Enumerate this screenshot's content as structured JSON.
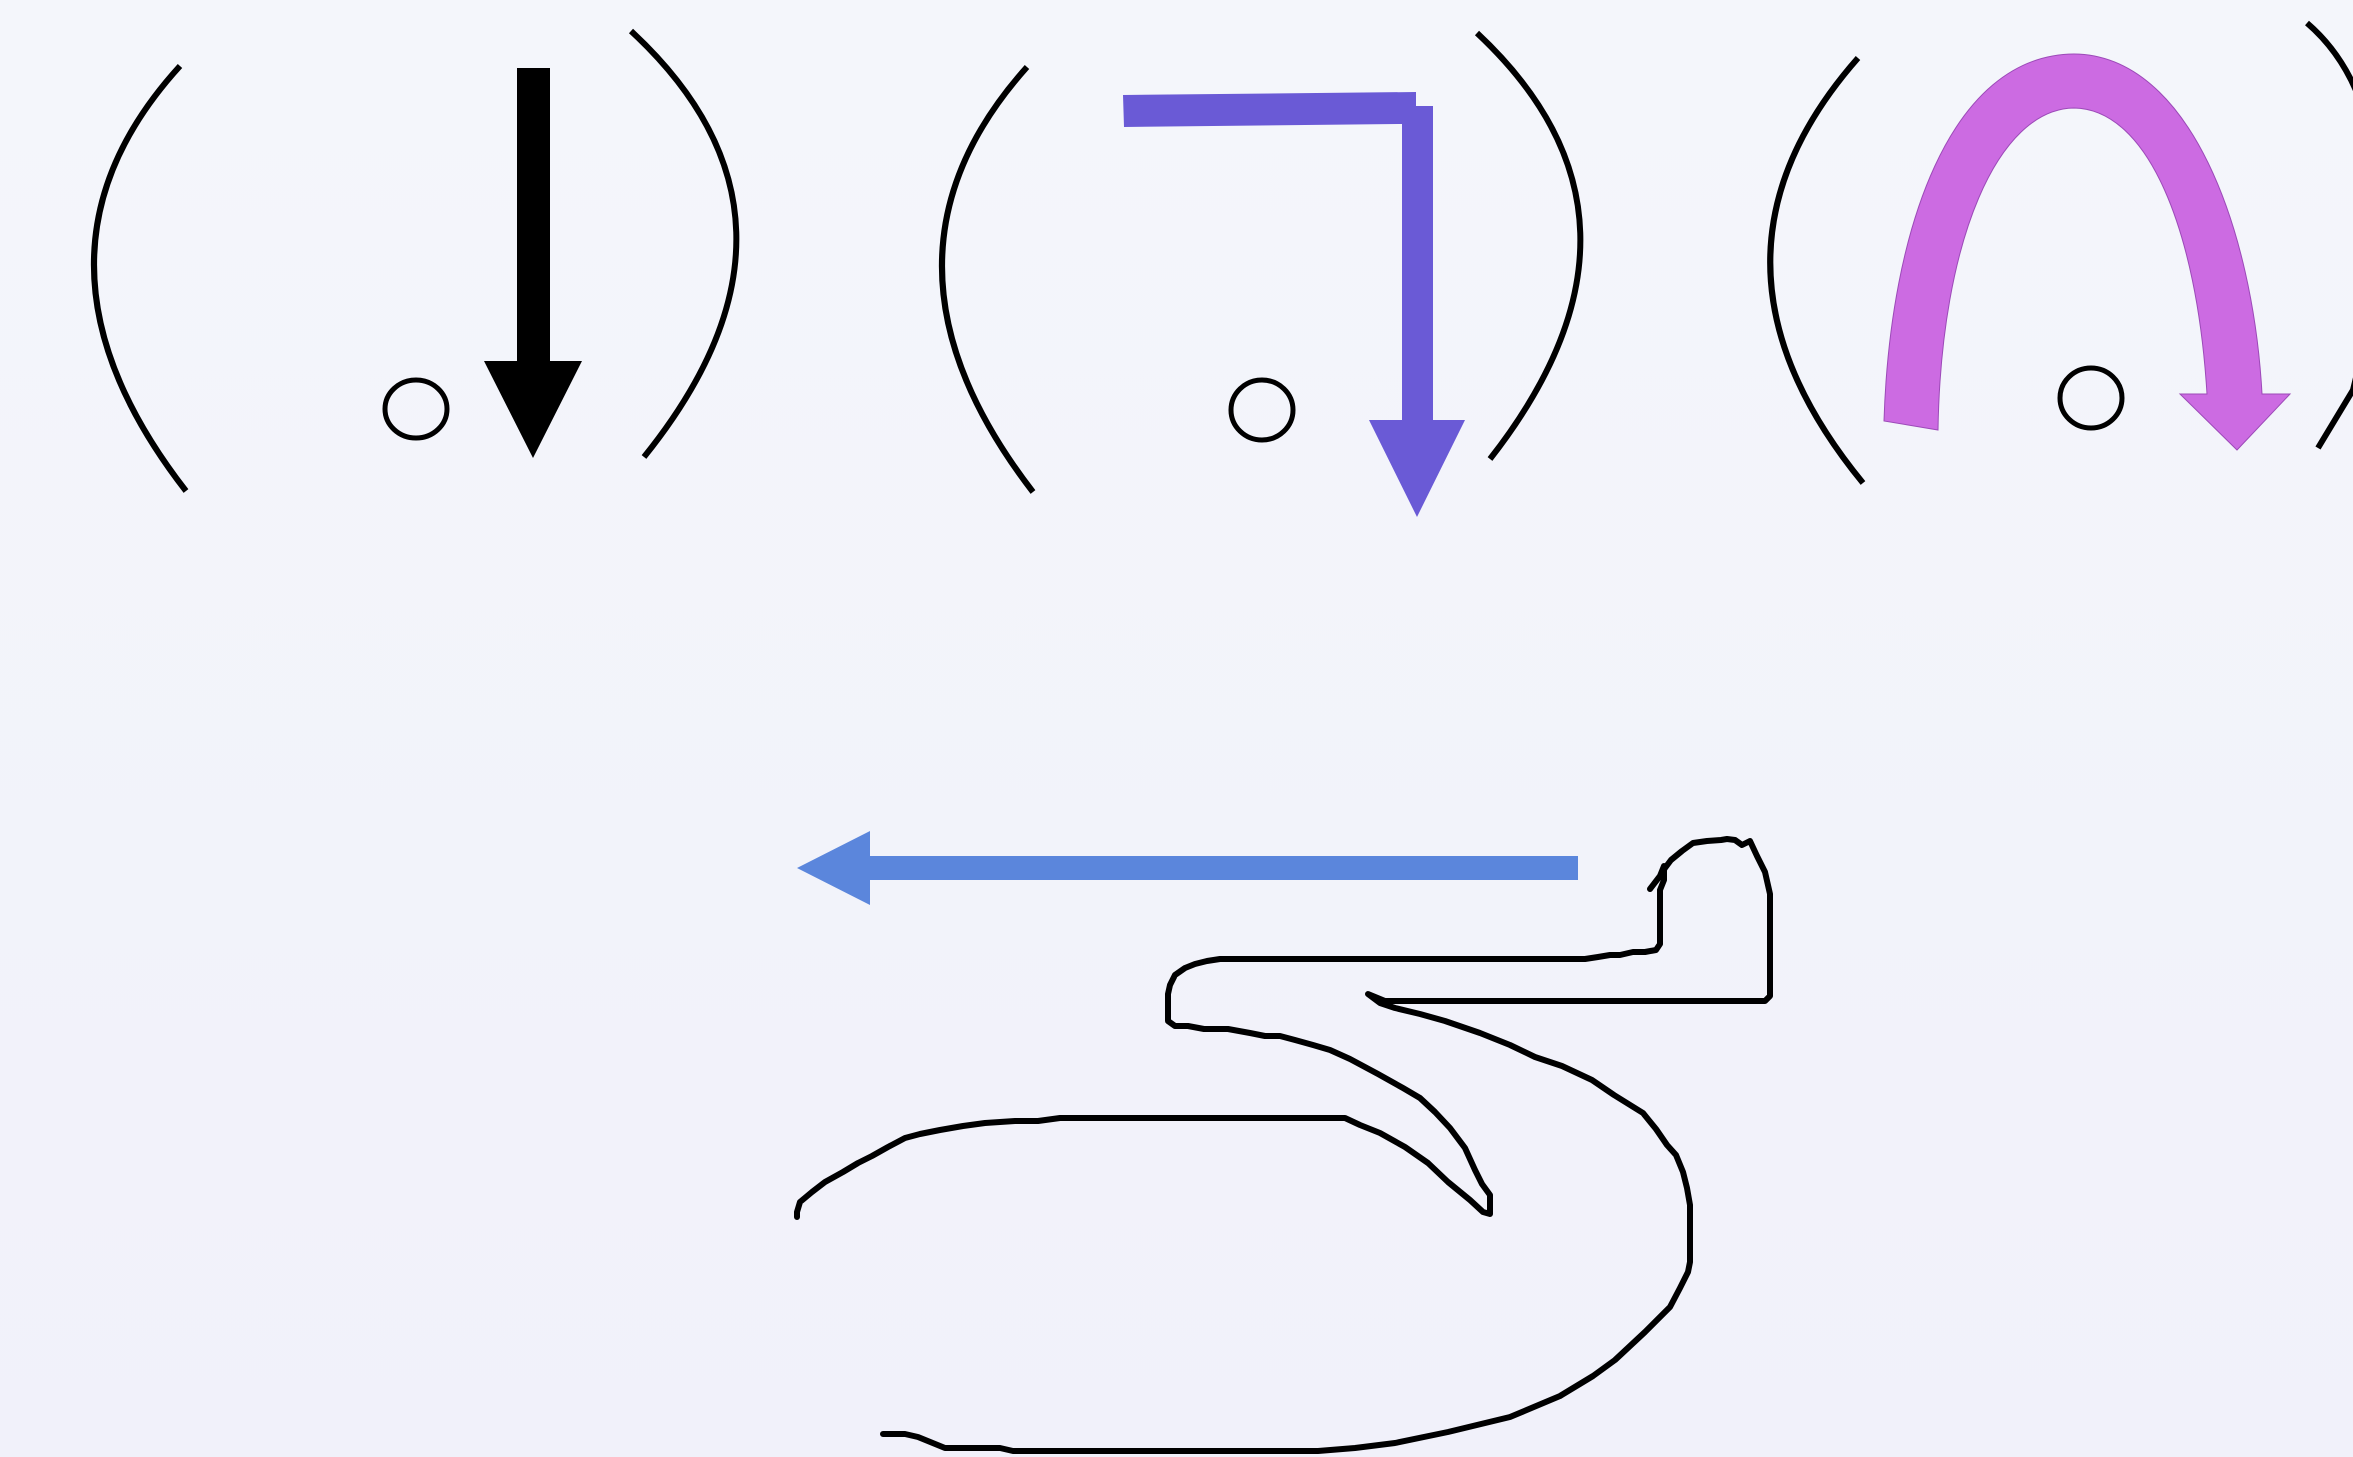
{
  "panels": [
    {
      "id": "straight-down",
      "arrow_color": "#000000",
      "arrow_shape": "straight-down-arrow"
    },
    {
      "id": "turn-down",
      "arrow_color": "#6a5ad6",
      "arrow_shape": "right-angle-turn-arrow"
    },
    {
      "id": "u-turn",
      "arrow_color": "#cc6be2",
      "arrow_shape": "u-turn-arrow"
    }
  ],
  "bottom": {
    "arrow_color": "#5b86dc",
    "arrow_shape": "left-arrow",
    "glyph": "hand-drawn-five-outline"
  },
  "outline_color": "#000000",
  "background_color": "#f3f4fa"
}
